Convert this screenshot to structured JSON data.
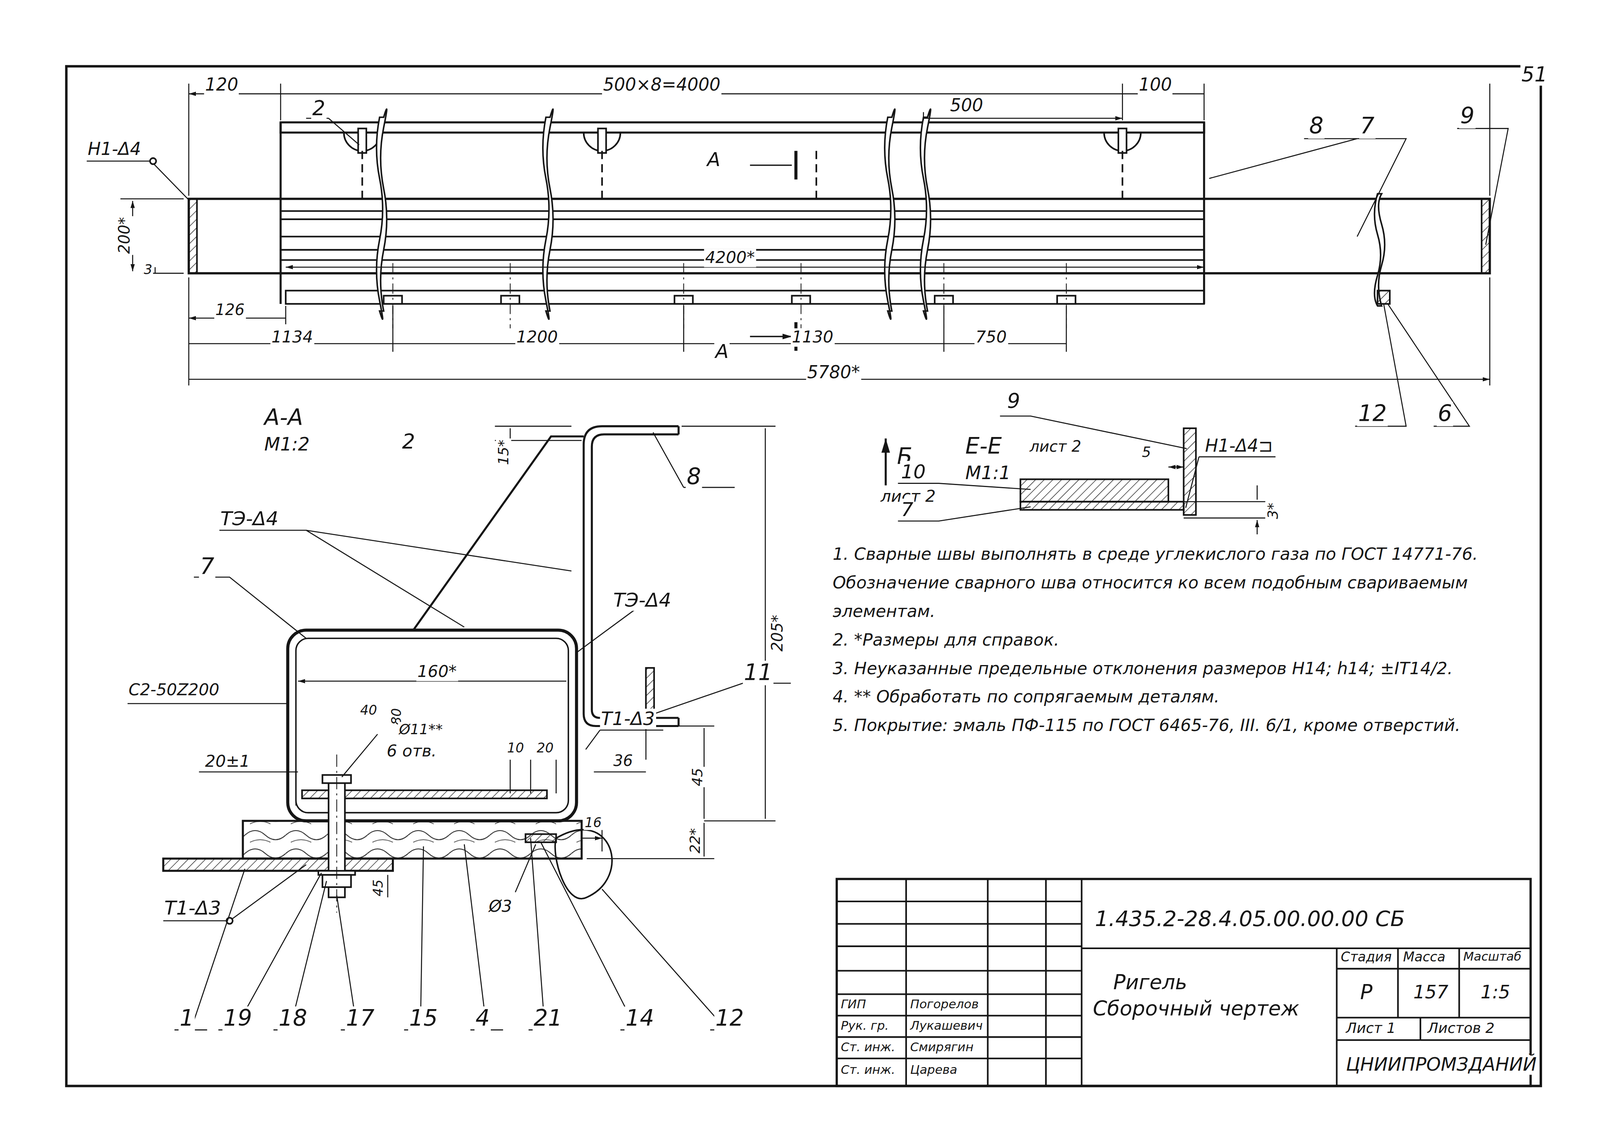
{
  "diagram": {
    "labels": [
      "51",
      "120",
      "500×8=4000",
      "2",
      "500",
      "100",
      "8",
      "7",
      "9",
      "Н1-Δ4",
      "200*",
      "3",
      "А",
      "4200*",
      "126",
      "1134",
      "1200",
      "А",
      "1130",
      "750",
      "5780*",
      "А-А",
      "М1:2",
      "2",
      "15*",
      "8",
      "205*",
      "ТЭ-Δ4",
      "7",
      "ТЭ-Δ4",
      "С2-50Z200",
      "160*",
      "40",
      "80",
      "Ø11**",
      "6 отв.",
      "11",
      "Т1-Δ3",
      "20±1",
      "10",
      "20",
      "36",
      "45",
      "22*",
      "16",
      "45",
      "Ø3",
      "Т1-Δ3",
      "1",
      "19",
      "18",
      "17",
      "15",
      "4",
      "21",
      "14",
      "12",
      "Б",
      "лист 2",
      "Е-Е",
      "лист 2",
      "М1:1",
      "9",
      "Н1-Δ4⊐",
      "5",
      "10",
      "7",
      "3*",
      "12",
      "6",
      "1. Сварные швы выполнять в среде углекислого газа по ГОСТ 14771-76. Обозначение сварного шва относится ко всем подобным свариваемым элементам.",
      "2. *Размеры для справок.",
      "3. Неуказанные предельные отклонения размеров Н14; h14; ±IT14/2.",
      "4. ** Обработать по сопрягаемым деталям.",
      "5. Покрытие: эмаль ПФ-115 по ГОСТ 6465-76, III. 6/1, кроме отверстий.",
      "1.435.2-28.4.05.00.00.00 СБ",
      "Ригель",
      "Сборочный чертеж",
      "Стадия",
      "Масса",
      "Масштаб",
      "Р",
      "157",
      "1:5",
      "Лист 1",
      "Листов 2",
      "ЦНИИПРОМЗДАНИЙ",
      "ГИП",
      "Погорелов",
      "Рук. гр.",
      "Лукашевич",
      "Ст. инж.",
      "Смирягин",
      "Ст. инж.",
      "Царева"
    ]
  }
}
